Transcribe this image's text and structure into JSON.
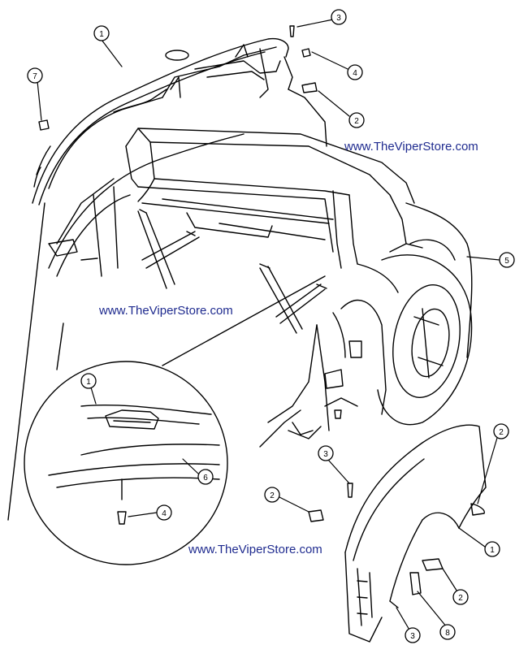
{
  "callouts": [
    {
      "id": "c-top-1",
      "label": "1"
    },
    {
      "id": "c-top-3",
      "label": "3"
    },
    {
      "id": "c-top-4",
      "label": "4"
    },
    {
      "id": "c-top-2",
      "label": "2"
    },
    {
      "id": "c-left-7",
      "label": "7"
    },
    {
      "id": "c-right-5",
      "label": "5"
    },
    {
      "id": "c-detail-1",
      "label": "1"
    },
    {
      "id": "c-detail-6",
      "label": "6"
    },
    {
      "id": "c-detail-4",
      "label": "4"
    },
    {
      "id": "c-mid-3",
      "label": "3"
    },
    {
      "id": "c-fender-2a",
      "label": "2"
    },
    {
      "id": "c-fender-2b",
      "label": "2"
    },
    {
      "id": "c-fender-1",
      "label": "1"
    },
    {
      "id": "c-fender-2c",
      "label": "2"
    },
    {
      "id": "c-fender-8",
      "label": "8"
    },
    {
      "id": "c-fender-3",
      "label": "3"
    }
  ],
  "watermarks": {
    "top_right": "www.TheViperStore.com",
    "middle": "www.TheViperStore.com",
    "bottom": "www.TheViperStore.com"
  },
  "colors": {
    "watermark": "#1f2b8f",
    "line": "#000000"
  }
}
